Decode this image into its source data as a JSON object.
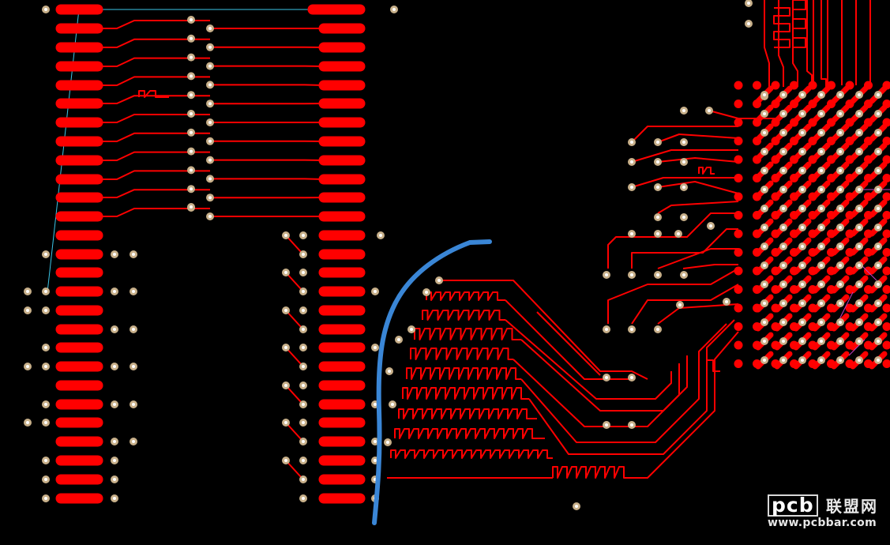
{
  "view": {
    "background": "#000000",
    "trace_color": "#ff0000",
    "via_ring_color": "#c8b08a",
    "via_hole_color": "#ffffff",
    "ratsnest_color": "#3cc6e8",
    "highlight_color": "#3a86d6",
    "inner_net_color": "#c23fc2"
  },
  "watermark": {
    "logo_text": "pcb",
    "cn_text": "联盟网",
    "url": "www.pcbbar.com"
  }
}
